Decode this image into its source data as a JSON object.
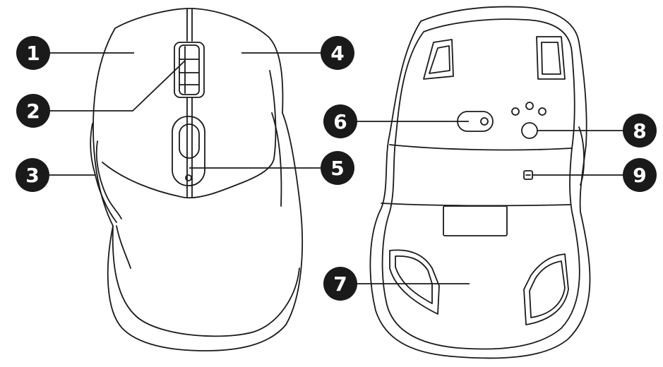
{
  "diagram": {
    "callouts": [
      {
        "id": "1",
        "label": "1"
      },
      {
        "id": "2",
        "label": "2"
      },
      {
        "id": "3",
        "label": "3"
      },
      {
        "id": "4",
        "label": "4"
      },
      {
        "id": "5",
        "label": "5"
      },
      {
        "id": "6",
        "label": "6"
      },
      {
        "id": "7",
        "label": "7"
      },
      {
        "id": "8",
        "label": "8"
      },
      {
        "id": "9",
        "label": "9"
      }
    ],
    "colors": {
      "line": "#1a1a1a",
      "badge": "#1a1a1a",
      "badge_text": "#ffffff"
    }
  }
}
